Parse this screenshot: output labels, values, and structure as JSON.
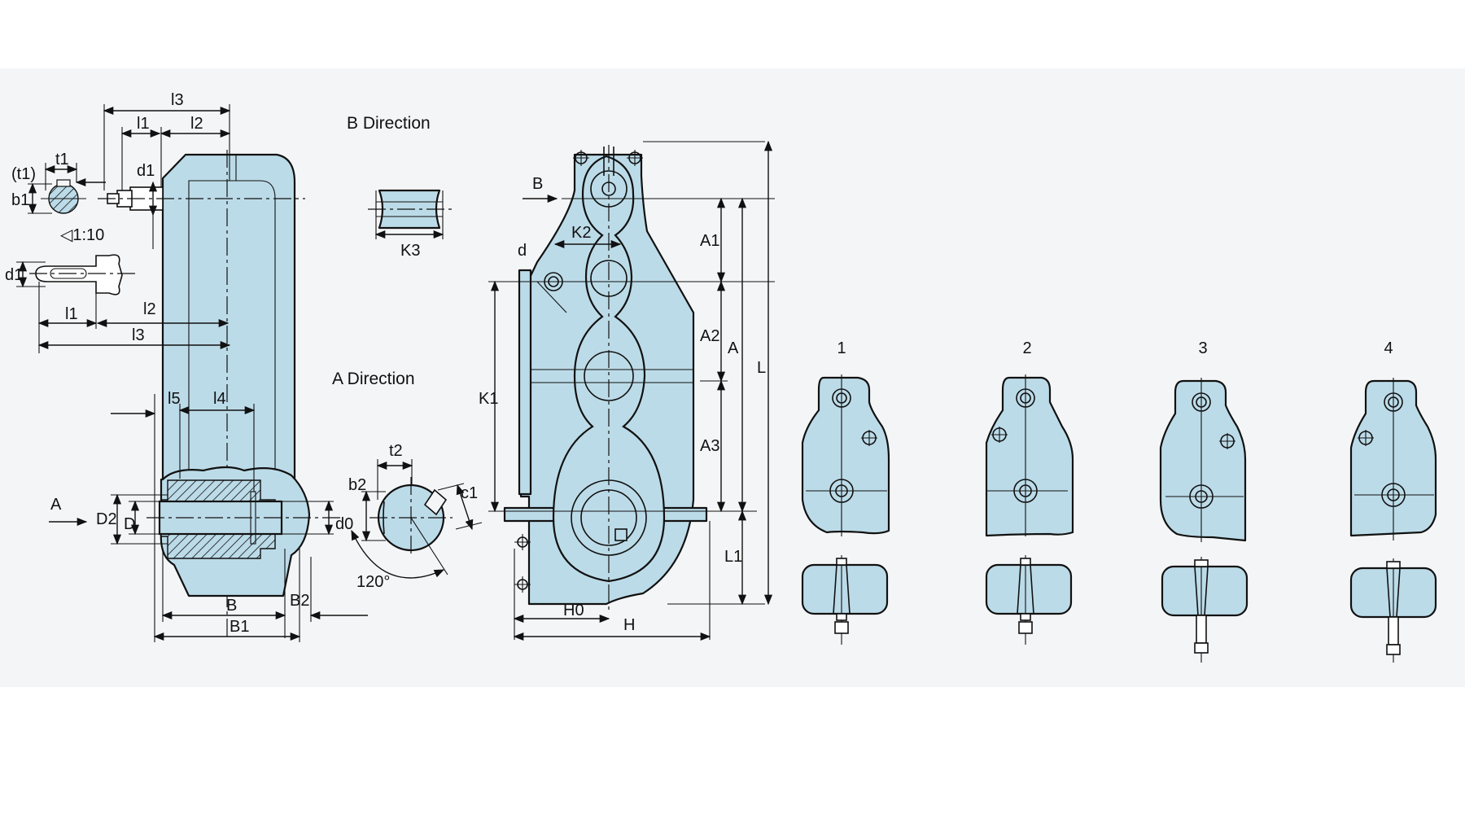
{
  "labels": {
    "b_direction": "B Direction",
    "a_direction": "A Direction",
    "taper": "◁1:10",
    "angle": "120°",
    "arrow_a": "A",
    "arrow_b": "B"
  },
  "dimensions": {
    "l3": "l3",
    "l1": "l1",
    "l2": "l2",
    "t1": "t1",
    "t1_paren": "(t1)",
    "b1": "b1",
    "d1": "d1",
    "l5": "l5",
    "l4": "l4",
    "D2": "D2",
    "D": "D",
    "B": "B",
    "B1": "B1",
    "B2": "B2",
    "d0": "d0",
    "t2": "t2",
    "b2": "b2",
    "c1": "c1",
    "K3": "K3",
    "K2": "K2",
    "K1": "K1",
    "d": "d",
    "A1": "A1",
    "A2": "A2",
    "A3": "A3",
    "A": "A",
    "L": "L",
    "L1": "L1",
    "H0": "H0",
    "H": "H"
  },
  "mounting_positions": [
    "1",
    "2",
    "3",
    "4"
  ],
  "colors": {
    "body_fill": "#bcdbe8",
    "line": "#111111",
    "sheet": "#f4f5f7"
  }
}
